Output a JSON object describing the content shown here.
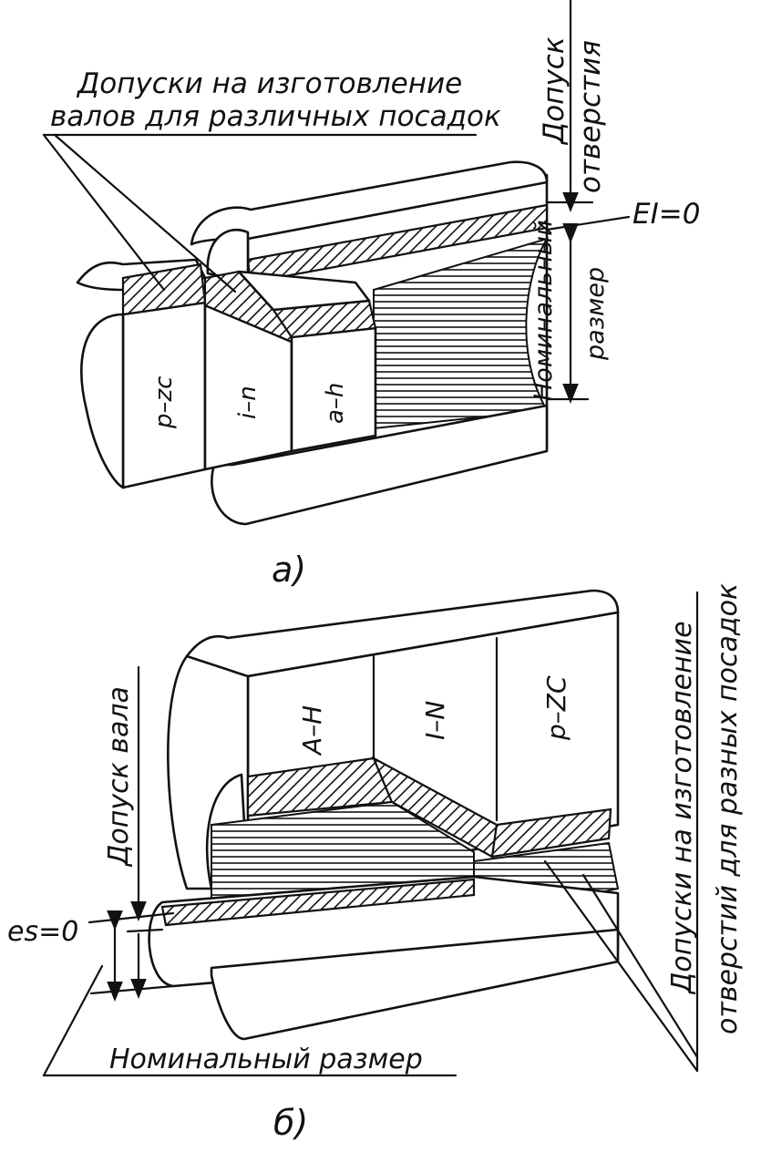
{
  "figure_a": {
    "caption": "а)",
    "shaft_tolerance_note_line1": "Допуски на изготовление",
    "shaft_tolerance_note_line2": "валов для различных посадок",
    "hole_tolerance_line1": "Допуск",
    "hole_tolerance_line2": "отверстия",
    "ei_label": "EI=0",
    "nominal_size_line1": "Номинальный",
    "nominal_size_line2": "размер",
    "zones": [
      "p–zc",
      "i–n",
      "a–h"
    ]
  },
  "figure_b": {
    "caption": "б)",
    "shaft_tolerance": "Допуск вала",
    "es_label": "es=0",
    "nominal_size": "Номинальный размер",
    "hole_tolerance_note_line1": "Допуски на изготовление",
    "hole_tolerance_note_line2": "отверстий для разных посадок",
    "zones": [
      "A–H",
      "I–N",
      "p–ZC"
    ]
  }
}
